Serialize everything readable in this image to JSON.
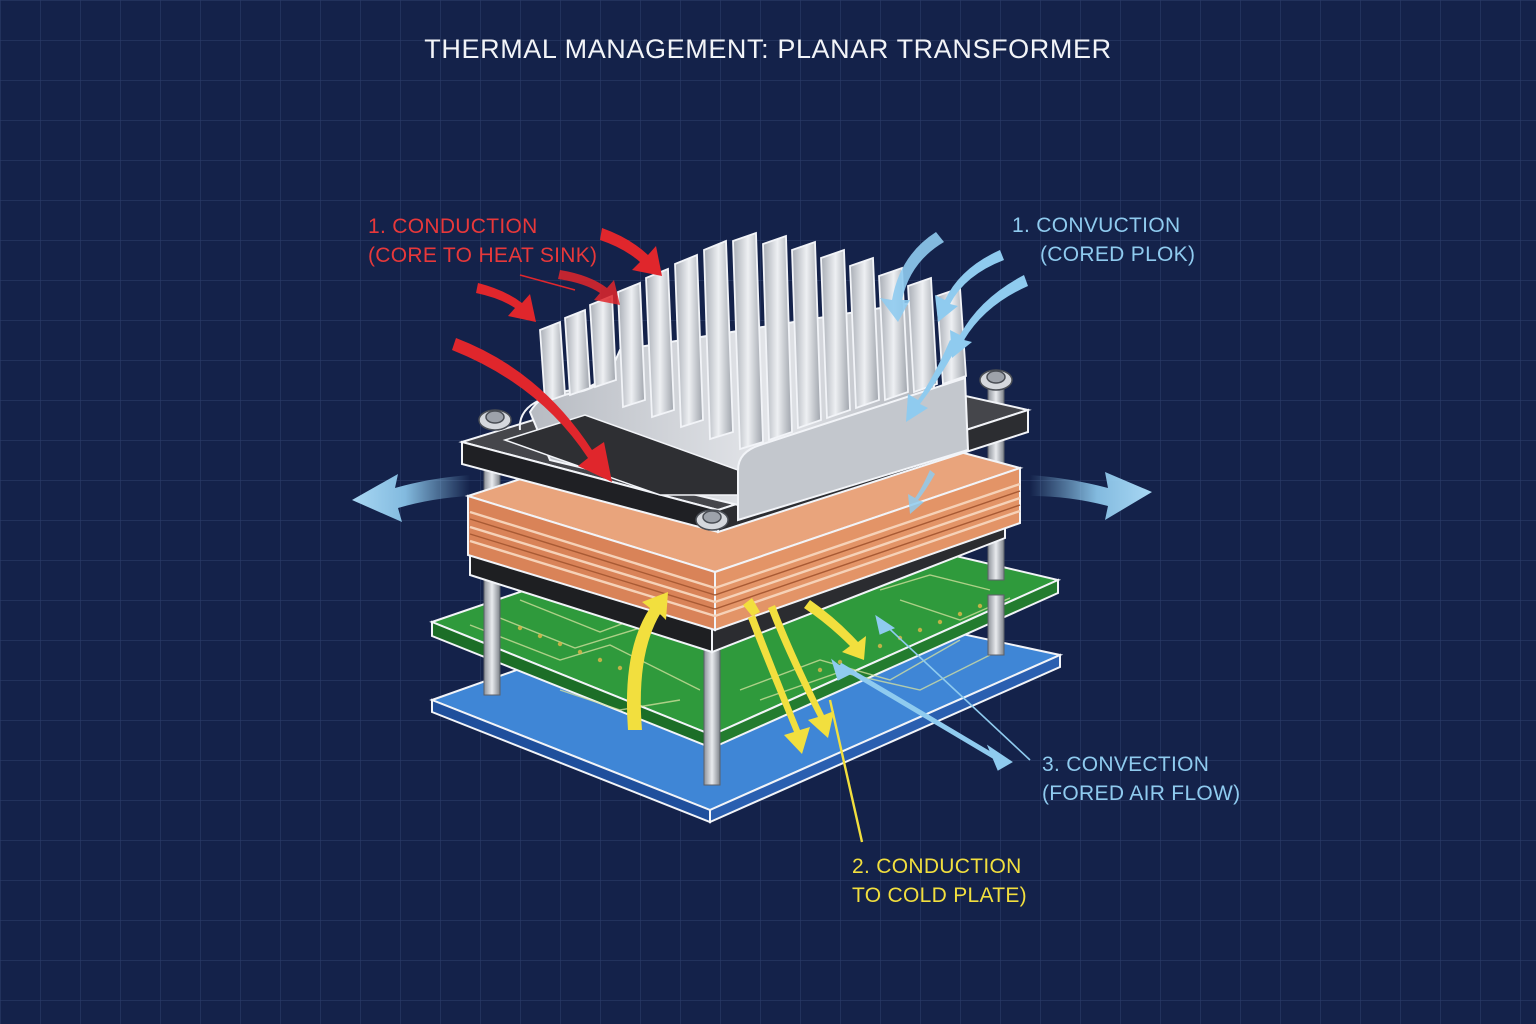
{
  "title": "THERMAL MANAGEMENT: PLANAR TRANSFORMER",
  "labels": {
    "conduction_heat_sink": {
      "line1": "1. CONDUCTION",
      "line2": "(CORE TO HEAT SINK)"
    },
    "convection_top": {
      "line1": "1. CONVUCTION",
      "line2": "(CORED PLOK)"
    },
    "convection_forced": {
      "line1": "3. CONVECTION",
      "line2": "(FORED AIR FLOW)"
    },
    "conduction_cold_plate": {
      "line1": "2. CONDUCTION",
      "line2": "TO COLD PLATE)"
    }
  },
  "colors": {
    "background": "#14224a",
    "grid": "#2b3c68",
    "conduction_red": "#e0262c",
    "convection_blue": "#8fcbef",
    "conduction_yellow": "#f2df3e",
    "heatsink_aluminum": "#c9ccd2",
    "copper_windings": "#e0956b",
    "core_ferrite": "#3a3b3f",
    "pcb_green": "#2f9a3c",
    "cold_plate_blue": "#2f6fc4"
  },
  "icons": [
    "heat-flow-arrow",
    "air-flow-arrow",
    "standoff-bolt"
  ]
}
